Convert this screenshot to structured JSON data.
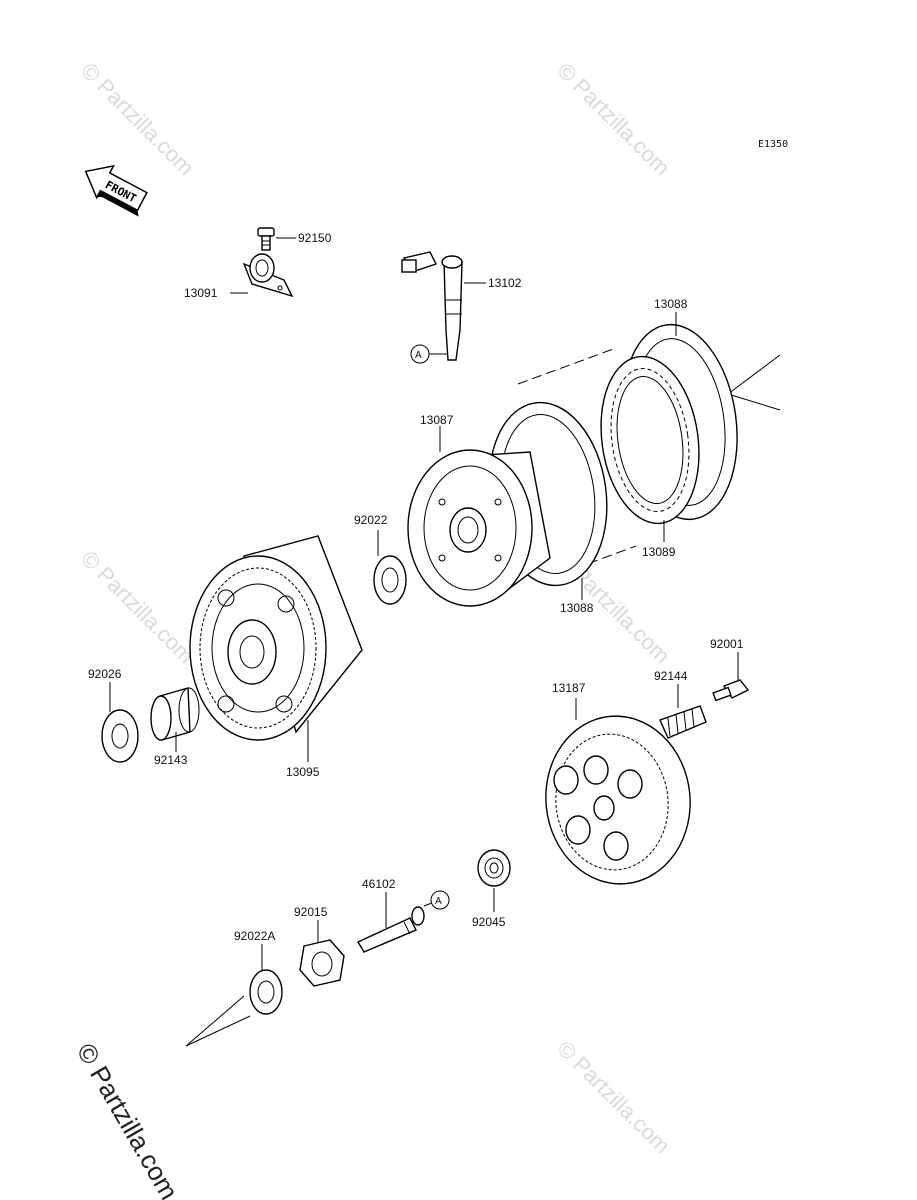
{
  "diagram_code": "E1350",
  "front_badge": "FRONT",
  "ref_marker": "A",
  "watermark": "© Partzilla.com",
  "parts": {
    "p92150": "92150",
    "p13091": "13091",
    "p13102": "13102",
    "p13088_top": "13088",
    "p13087": "13087",
    "p92022": "92022",
    "p13089": "13089",
    "p13088_bottom": "13088",
    "p92001": "92001",
    "p92144": "92144",
    "p13187": "13187",
    "p92026": "92026",
    "p92143": "92143",
    "p13095": "13095",
    "p46102": "46102",
    "p92015": "92015",
    "p92045": "92045",
    "p92022A": "92022A"
  }
}
